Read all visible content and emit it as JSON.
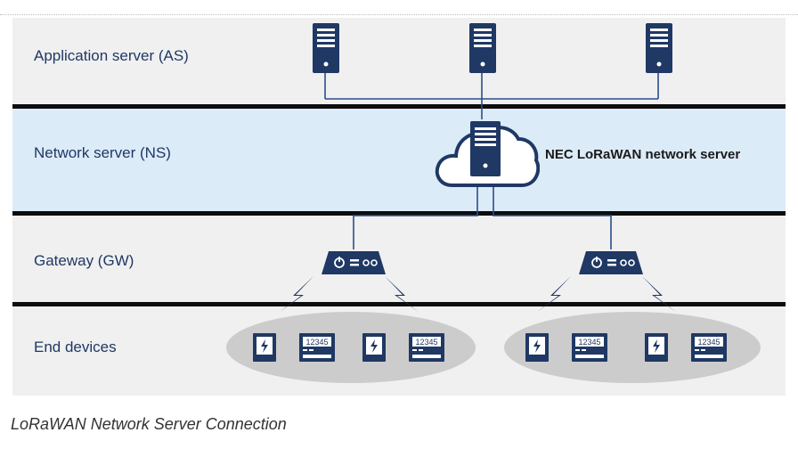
{
  "layers": {
    "application_server": "Application server (AS)",
    "network_server": "Network server (NS)",
    "gateway": "Gateway (GW)",
    "end_devices": "End devices"
  },
  "network_server_callout": "NEC LoRaWAN network server",
  "meter_display": "12345",
  "caption": "LoRaWAN Network Server Connection",
  "icons": {
    "application_server": "server-icon",
    "network_server": "cloud-server-icon",
    "gateway": "gateway-router-icon",
    "wireless": "lightning-bolt-icon",
    "power_device": "power-outlet-icon",
    "meter_device": "smart-meter-icon"
  },
  "colors": {
    "icon_navy": "#1f3864",
    "ns_band": "#dcebf8",
    "band": "#f0f0f0",
    "separator": "#0d0d0d",
    "device_group": "#cccccc"
  }
}
